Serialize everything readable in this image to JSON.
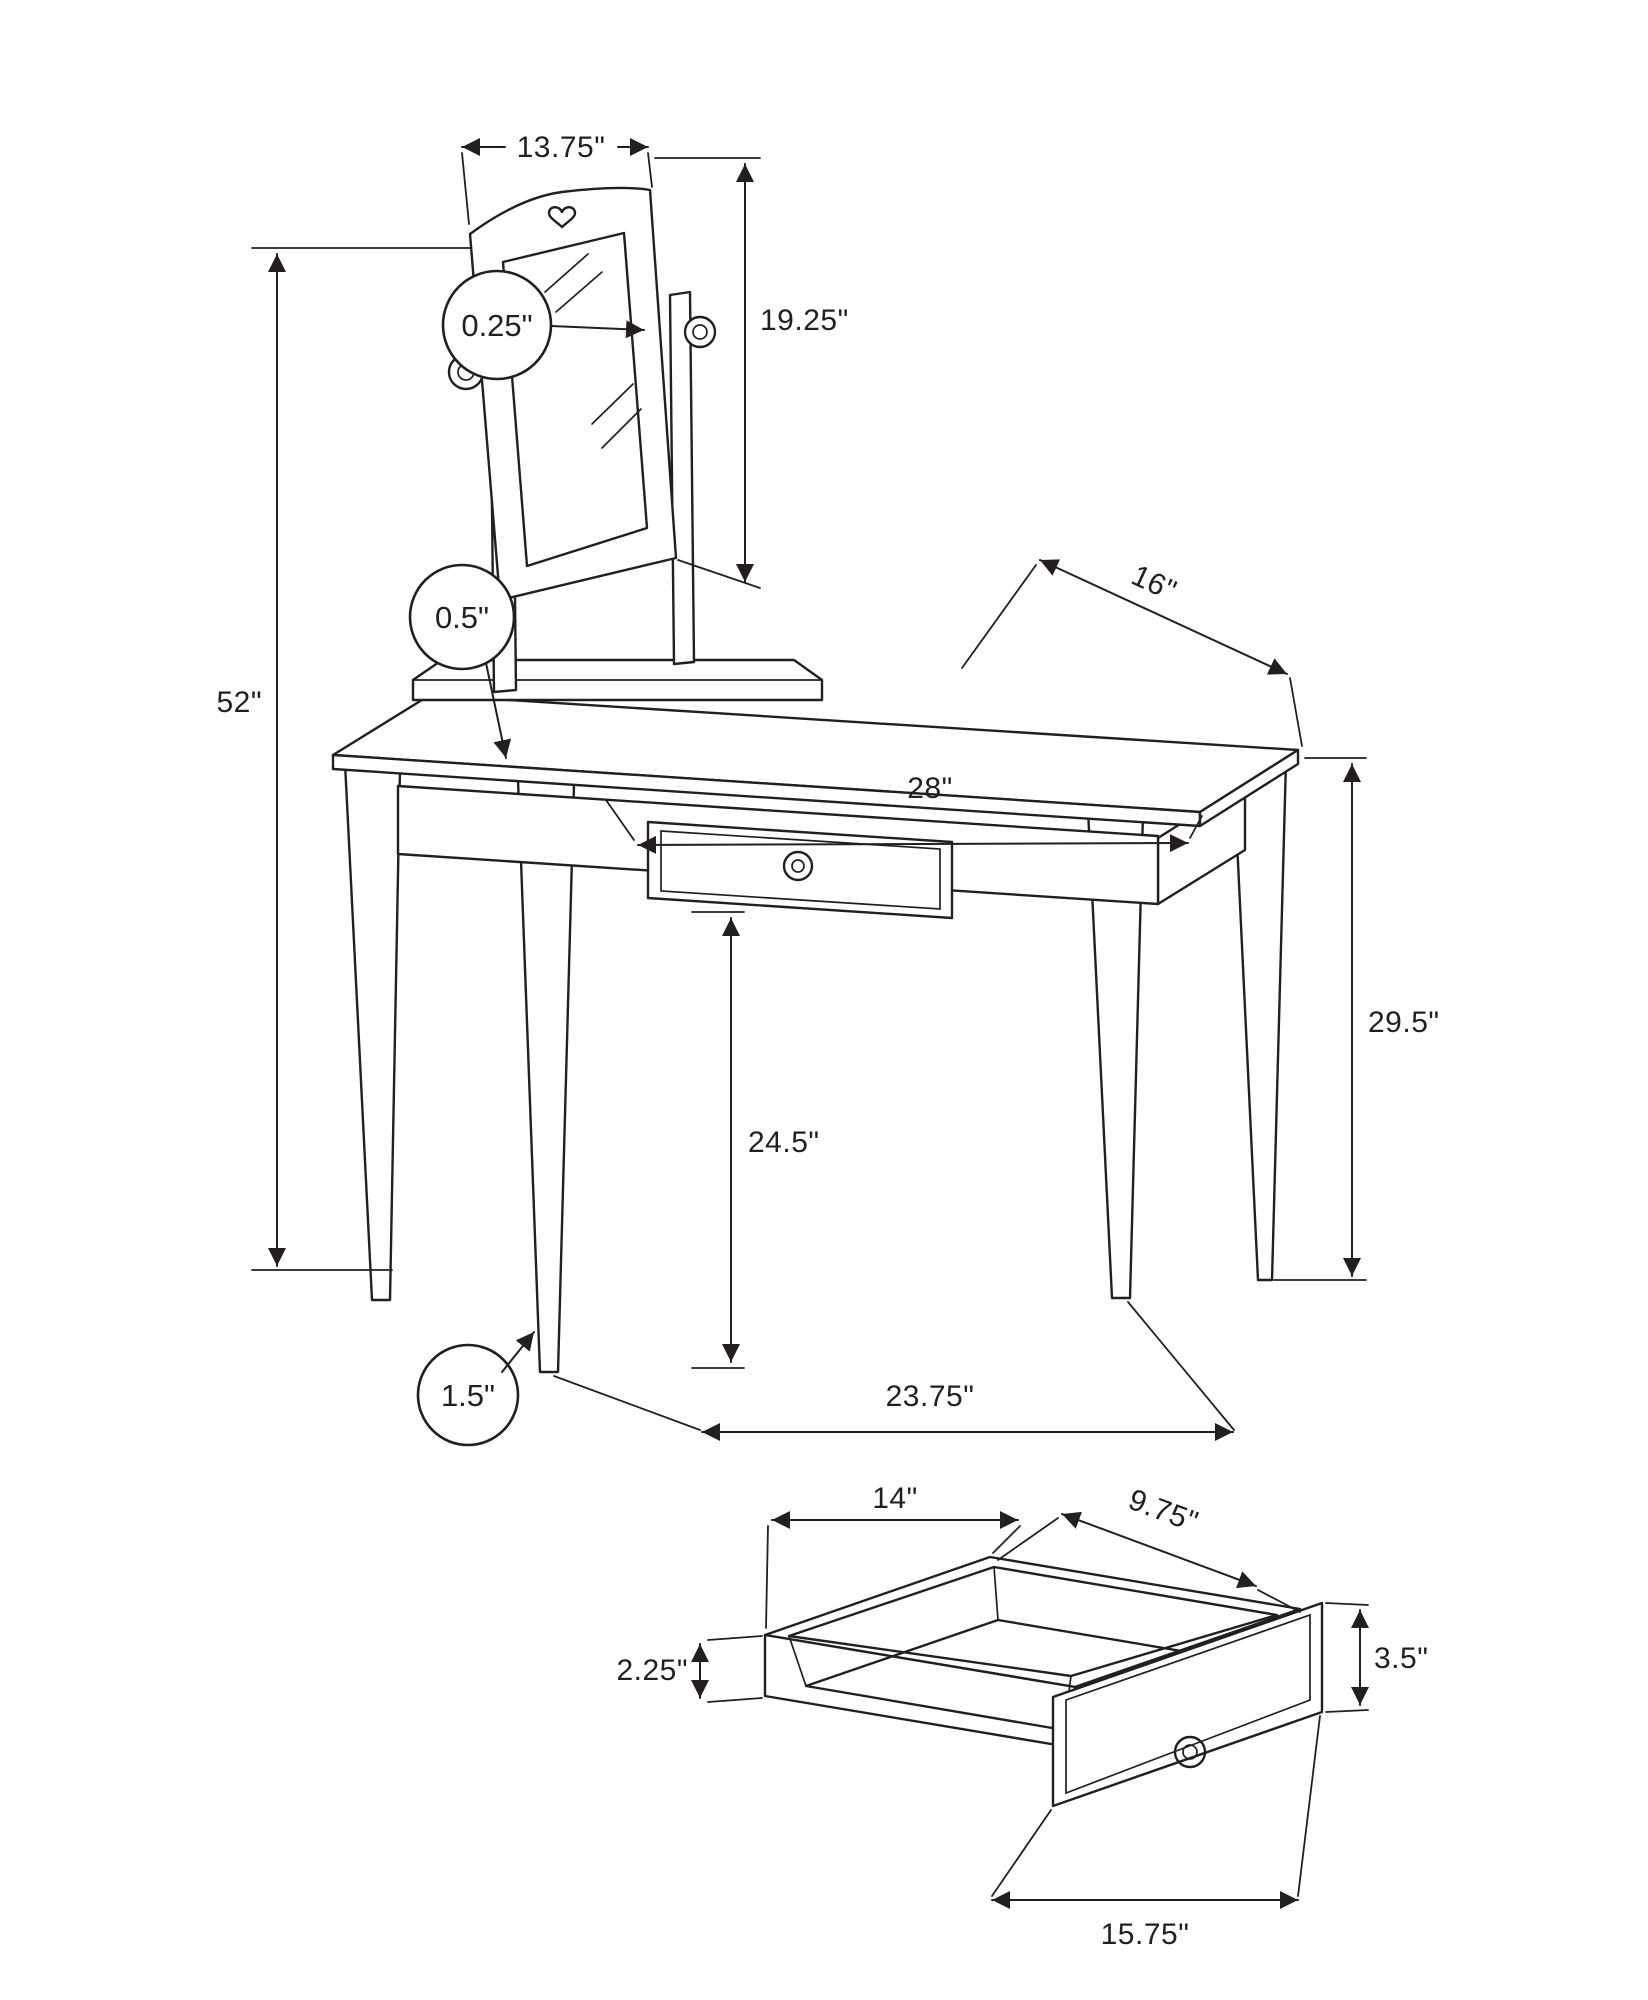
{
  "diagram": {
    "subject": "vanity-table-with-swivel-mirror-and-drawer-dimension-drawing",
    "line_color": "#231f20",
    "background_color": "#ffffff"
  },
  "dims": {
    "mirror_width": "13.75\"",
    "mirror_thickness": "0.25\"",
    "mirror_height": "19.25\"",
    "tabletop_thickness": "0.5\"",
    "overall_height": "52\"",
    "tabletop_depth": "16\"",
    "tabletop_width": "28\"",
    "table_height": "29.5\"",
    "leg_clearance_height": "24.5\"",
    "leg_thickness": "1.5\"",
    "leg_span_width": "23.75\"",
    "drawer_inner_width": "14\"",
    "drawer_depth": "9.75\"",
    "drawer_side_height": "2.25\"",
    "drawer_front_height": "3.5\"",
    "drawer_front_width": "15.75\""
  }
}
